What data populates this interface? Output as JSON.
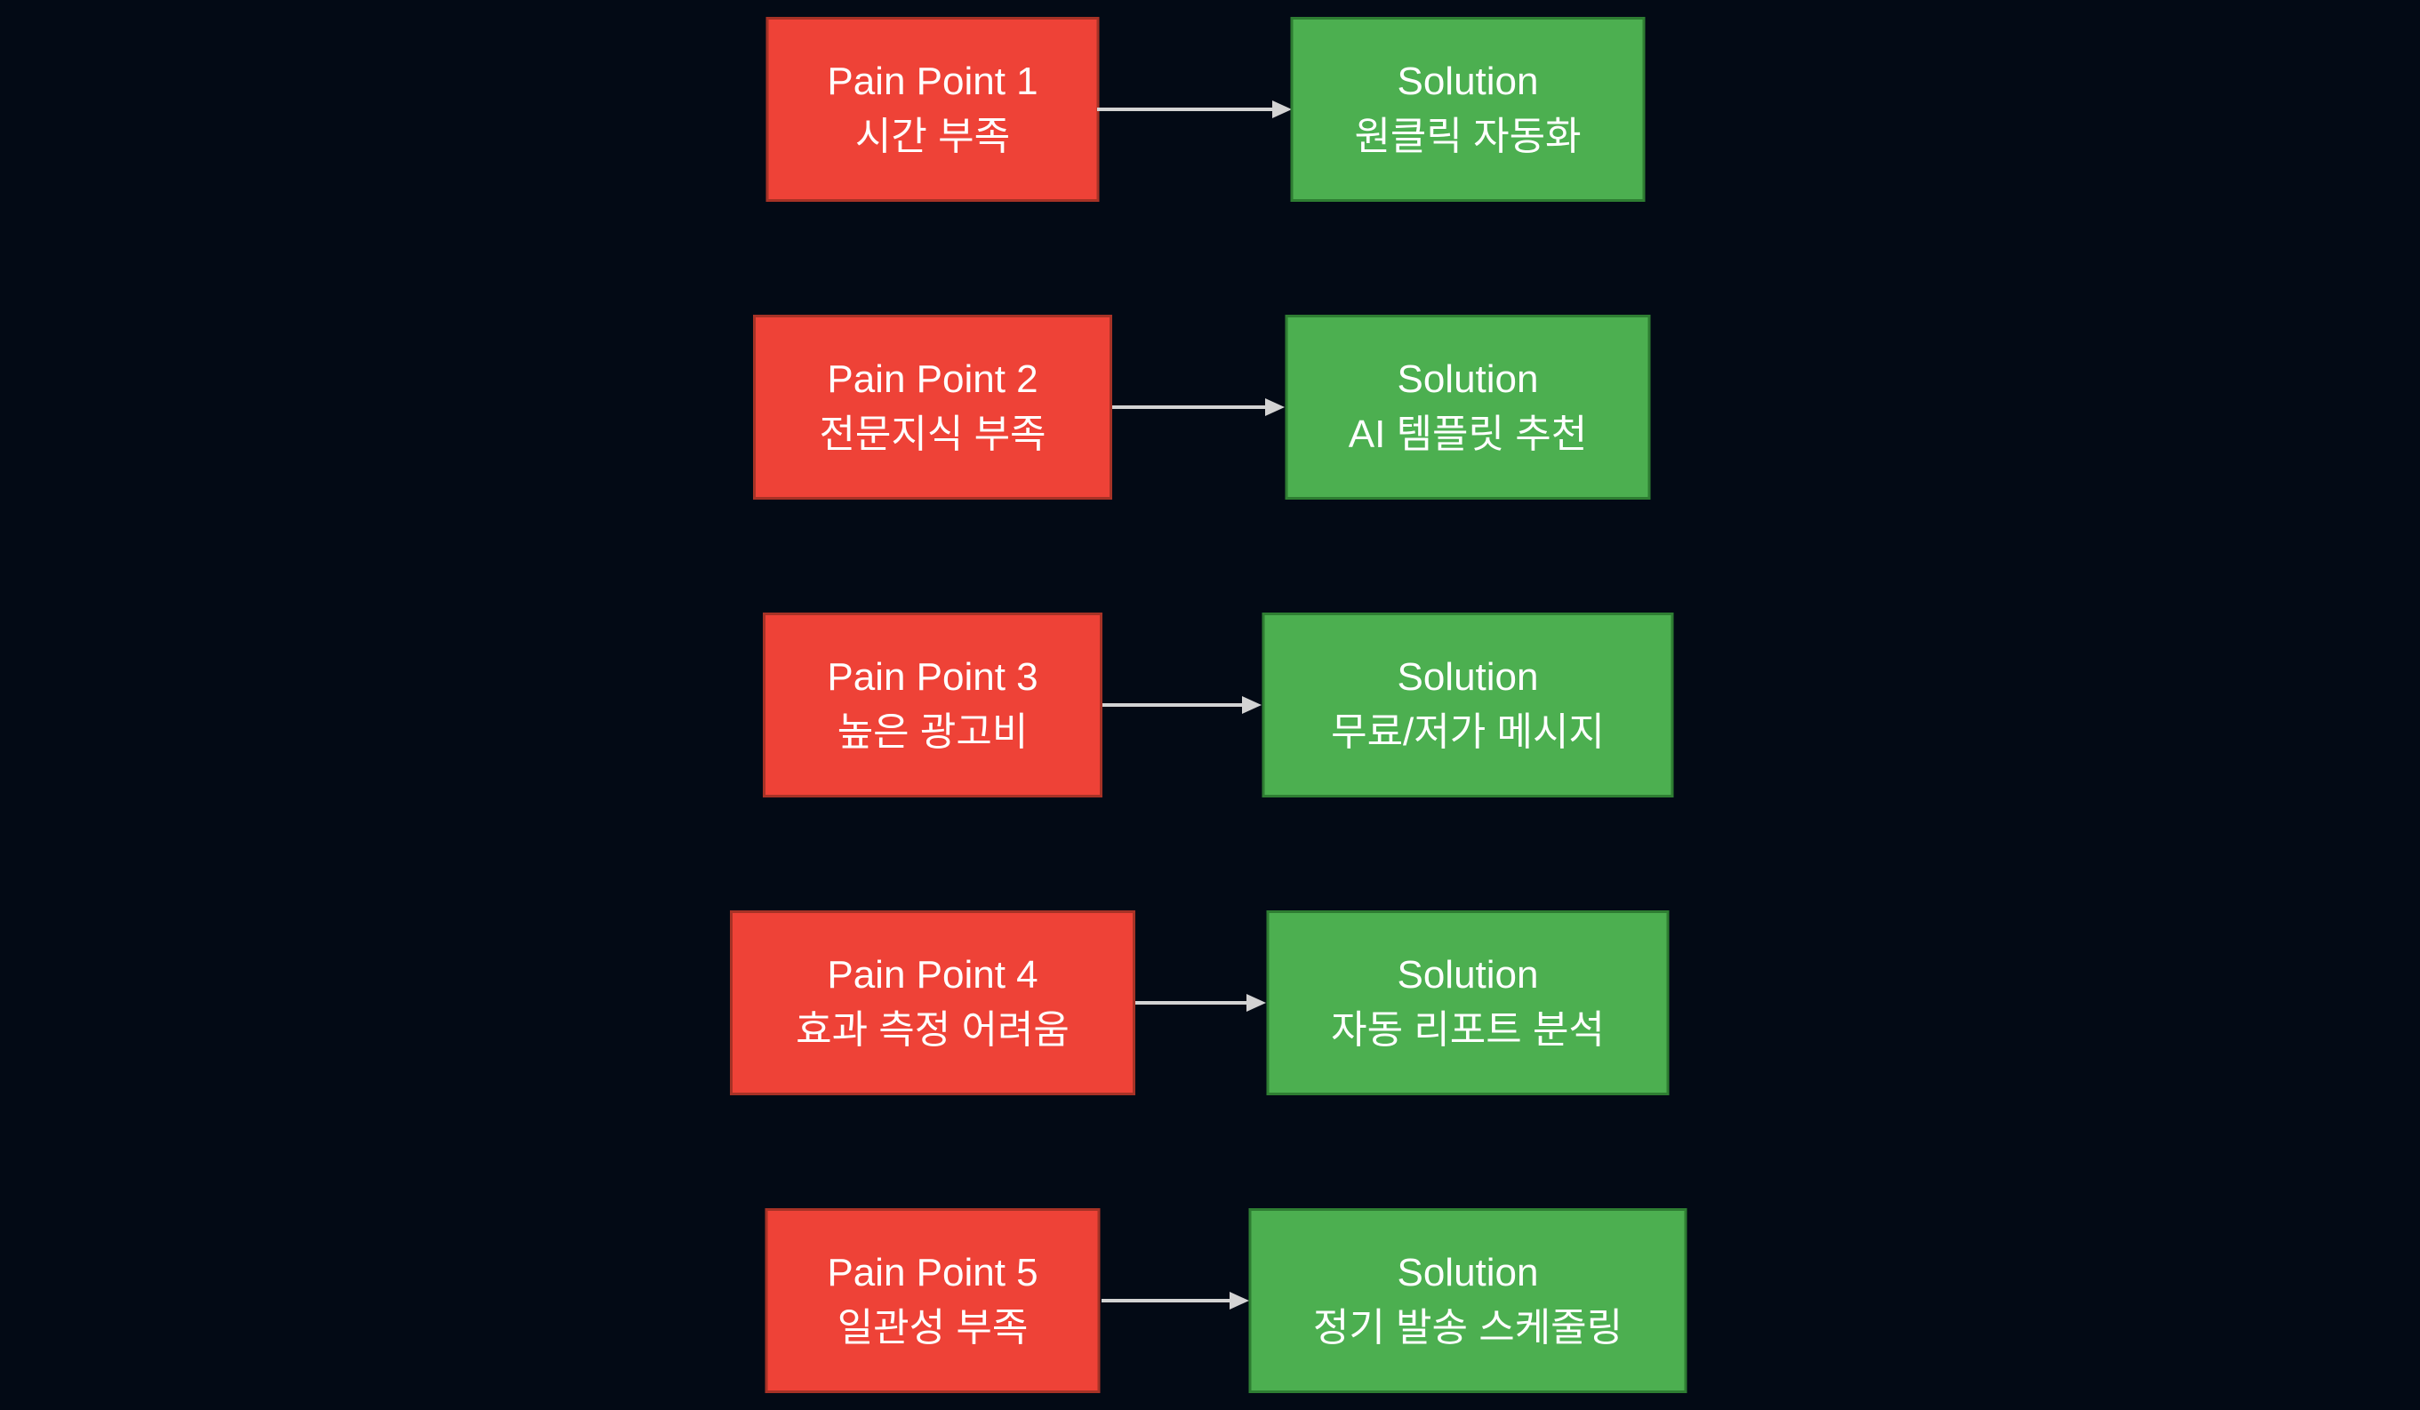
{
  "rows": [
    {
      "pain_title": "Pain Point 1",
      "pain_subtitle": "시간 부족",
      "solution_title": "Solution",
      "solution_subtitle": "원클릭 자동화"
    },
    {
      "pain_title": "Pain Point 2",
      "pain_subtitle": "전문지식 부족",
      "solution_title": "Solution",
      "solution_subtitle": "AI 템플릿 추천"
    },
    {
      "pain_title": "Pain Point 3",
      "pain_subtitle": "높은 광고비",
      "solution_title": "Solution",
      "solution_subtitle": "무료/저가 메시지"
    },
    {
      "pain_title": "Pain Point 4",
      "pain_subtitle": "효과 측정 어려움",
      "solution_title": "Solution",
      "solution_subtitle": "자동 리포트 분석"
    },
    {
      "pain_title": "Pain Point 5",
      "pain_subtitle": "일관성 부족",
      "solution_title": "Solution",
      "solution_subtitle": "정기 발송 스케줄링"
    }
  ],
  "colors": {
    "background": "#030a15",
    "pain_fill": "#ee4237",
    "pain_border": "#a63226",
    "solution_fill": "#4caf50",
    "solution_border": "#2e7d32",
    "arrow": "#d3d3d3",
    "text": "#ffffff"
  }
}
